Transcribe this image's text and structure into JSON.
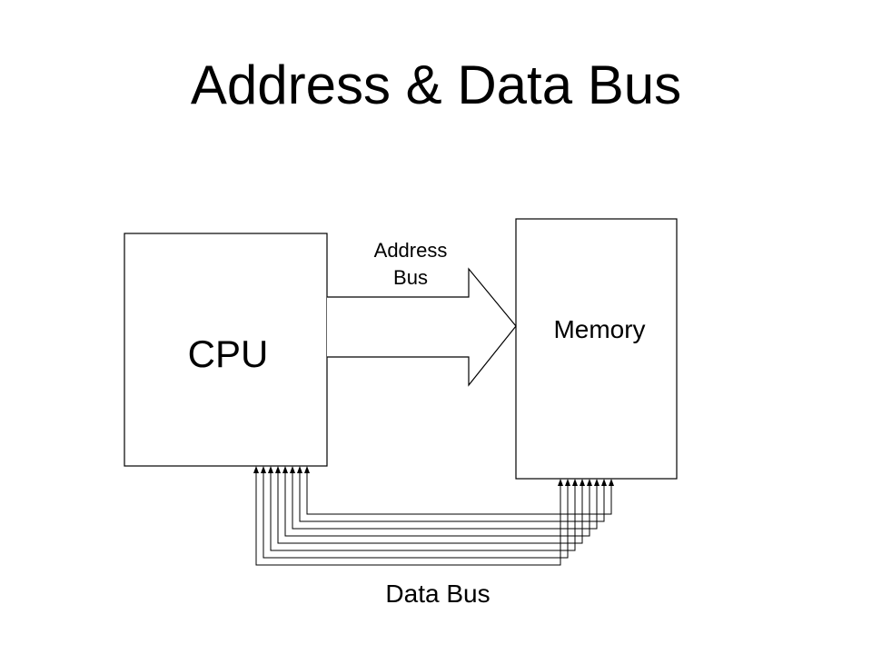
{
  "title": "Address & Data Bus",
  "blocks": {
    "cpu": "CPU",
    "memory": "Memory"
  },
  "buses": {
    "address_line1": "Address",
    "address_line2": "Bus",
    "data": "Data Bus"
  },
  "data_bus_line_count": 8
}
